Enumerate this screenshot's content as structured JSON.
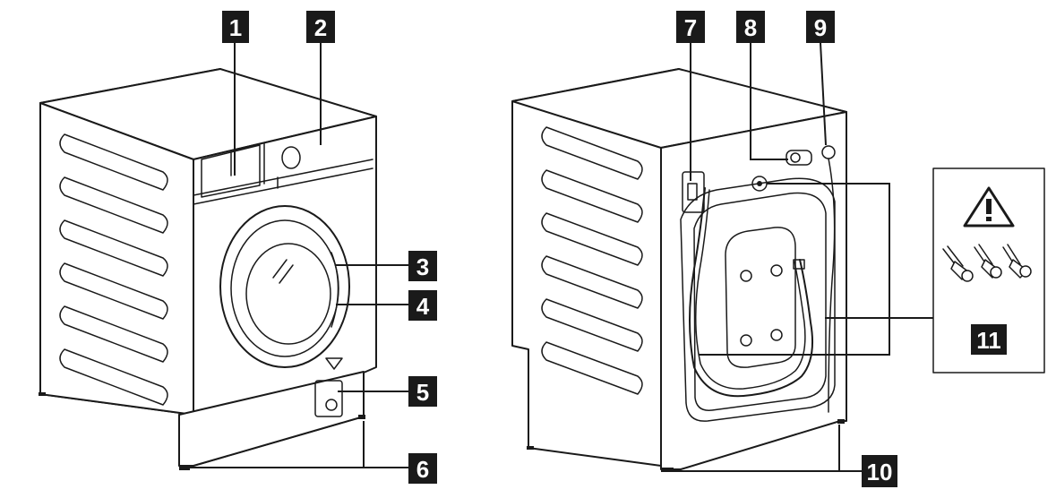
{
  "callouts": {
    "c1": "1",
    "c2": "2",
    "c3": "3",
    "c4": "4",
    "c5": "5",
    "c6": "6",
    "c7": "7",
    "c8": "8",
    "c9": "9",
    "c10": "10",
    "c11": "11"
  },
  "icons": {
    "warning": "warning-triangle-icon",
    "anchors": "wall-anchor-icon"
  },
  "colors": {
    "line": "#1a1a1a",
    "background": "#ffffff"
  }
}
